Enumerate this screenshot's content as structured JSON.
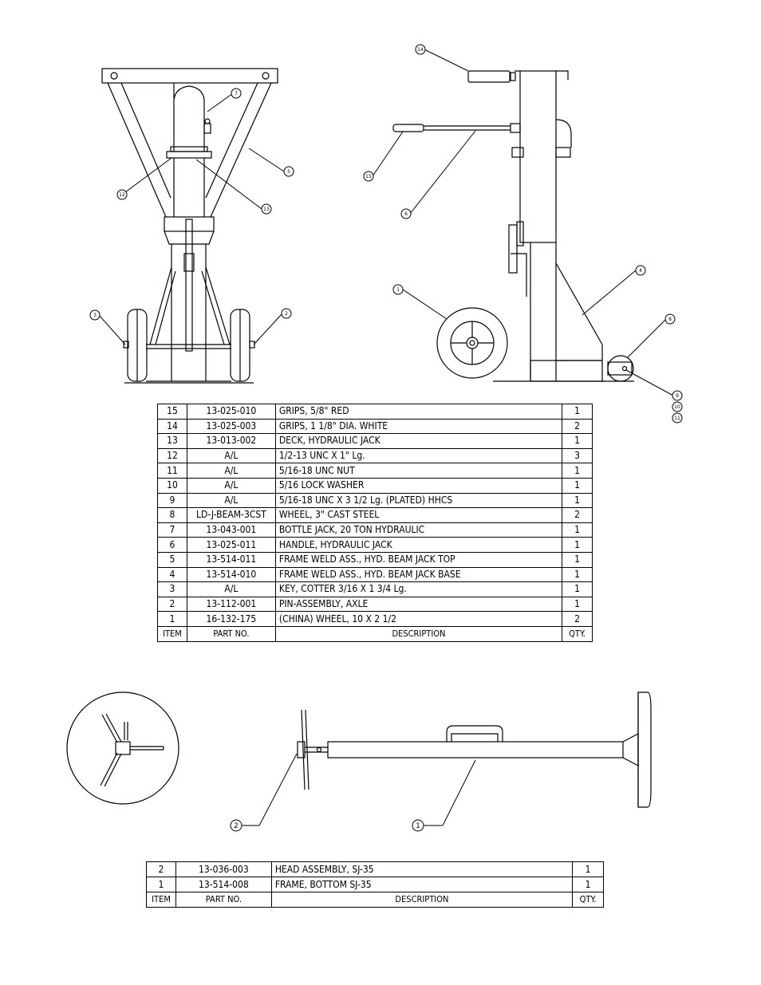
{
  "drawing1": {
    "callouts": [
      "1",
      "2",
      "3",
      "4",
      "5",
      "6",
      "7",
      "8",
      "9",
      "10",
      "11",
      "12",
      "13",
      "14",
      "15"
    ]
  },
  "bom1": {
    "rows": [
      {
        "item": "15",
        "part": "13-025-010",
        "desc": "GRIPS, 5/8\" RED",
        "qty": "1"
      },
      {
        "item": "14",
        "part": "13-025-003",
        "desc": "GRIPS, 1 1/8\" DIA. WHITE",
        "qty": "2"
      },
      {
        "item": "13",
        "part": "13-013-002",
        "desc": "DECK, HYDRAULIC JACK",
        "qty": "1"
      },
      {
        "item": "12",
        "part": "A/L",
        "desc": "1/2-13 UNC X 1\" Lg.",
        "qty": "3"
      },
      {
        "item": "11",
        "part": "A/L",
        "desc": "5/16-18 UNC NUT",
        "qty": "1"
      },
      {
        "item": "10",
        "part": "A/L",
        "desc": "5/16 LOCK WASHER",
        "qty": "1"
      },
      {
        "item": "9",
        "part": "A/L",
        "desc": "5/16-18 UNC X 3 1/2 Lg. (PLATED) HHCS",
        "qty": "1"
      },
      {
        "item": "8",
        "part": "LD-J-BEAM-3CST",
        "desc": "WHEEL, 3\" CAST STEEL",
        "qty": "2"
      },
      {
        "item": "7",
        "part": "13-043-001",
        "desc": "BOTTLE JACK, 20 TON HYDRAULIC",
        "qty": "1"
      },
      {
        "item": "6",
        "part": "13-025-011",
        "desc": "HANDLE, HYDRAULIC JACK",
        "qty": "1"
      },
      {
        "item": "5",
        "part": "13-514-011",
        "desc": "FRAME WELD ASS., HYD. BEAM JACK TOP",
        "qty": "1"
      },
      {
        "item": "4",
        "part": "13-514-010",
        "desc": "FRAME WELD ASS., HYD. BEAM JACK BASE",
        "qty": "1"
      },
      {
        "item": "3",
        "part": "A/L",
        "desc": "KEY, COTTER 3/16 X 1 3/4 Lg.",
        "qty": "1"
      },
      {
        "item": "2",
        "part": "13-112-001",
        "desc": "PIN-ASSEMBLY, AXLE",
        "qty": "1"
      },
      {
        "item": "1",
        "part": "16-132-175",
        "desc": "(CHINA) WHEEL, 10 X 2 1/2",
        "qty": "2"
      }
    ],
    "header": {
      "item": "ITEM",
      "part": "PART NO.",
      "desc": "DESCRIPTION",
      "qty": "QTY."
    }
  },
  "drawing2": {
    "callouts": [
      "2",
      "1"
    ]
  },
  "bom2": {
    "rows": [
      {
        "item": "2",
        "part": "13-036-003",
        "desc": "HEAD ASSEMBLY, SJ-35",
        "qty": "1"
      },
      {
        "item": "1",
        "part": "13-514-008",
        "desc": "FRAME, BOTTOM SJ-35",
        "qty": "1"
      }
    ],
    "header": {
      "item": "ITEM",
      "part": "PART NO.",
      "desc": "DESCRIPTION",
      "qty": "QTY."
    }
  }
}
